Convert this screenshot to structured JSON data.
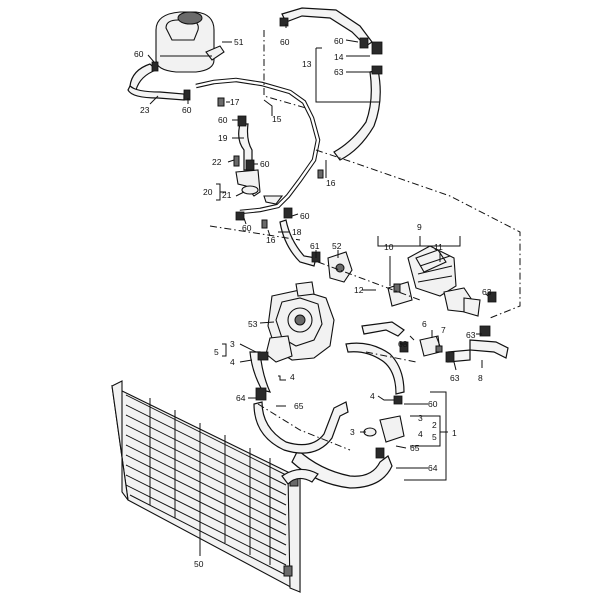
{
  "callouts": {
    "c50": "50",
    "c51": "51",
    "c52": "52",
    "c53": "53",
    "c60a": "60",
    "c60b": "60",
    "c60c": "60",
    "c60d": "60",
    "c60e": "60",
    "c60f": "60",
    "c60g": "60",
    "c60h": "60",
    "c23": "23",
    "c17": "17",
    "c15": "15",
    "c19": "19",
    "c22": "22",
    "c20": "20",
    "c21": "21",
    "c16a": "16",
    "c16b": "16",
    "c18": "18",
    "c61": "61",
    "c13": "13",
    "c14": "14",
    "c63a": "63",
    "c63b": "63",
    "c63c": "63",
    "c63d": "63",
    "c63e": "63",
    "c9": "9",
    "c10": "10",
    "c11": "11",
    "c12": "12",
    "c6": "6",
    "c7": "7",
    "c8": "8",
    "c5a": "5",
    "c3a": "3",
    "c4a": "4",
    "c4b": "4",
    "c64a": "64",
    "c65a": "65",
    "c4c": "4",
    "c3b": "3",
    "c2": "2",
    "c5b": "5",
    "c1": "1",
    "c4d": "4",
    "c3c": "3",
    "c65b": "65",
    "c64b": "64"
  }
}
